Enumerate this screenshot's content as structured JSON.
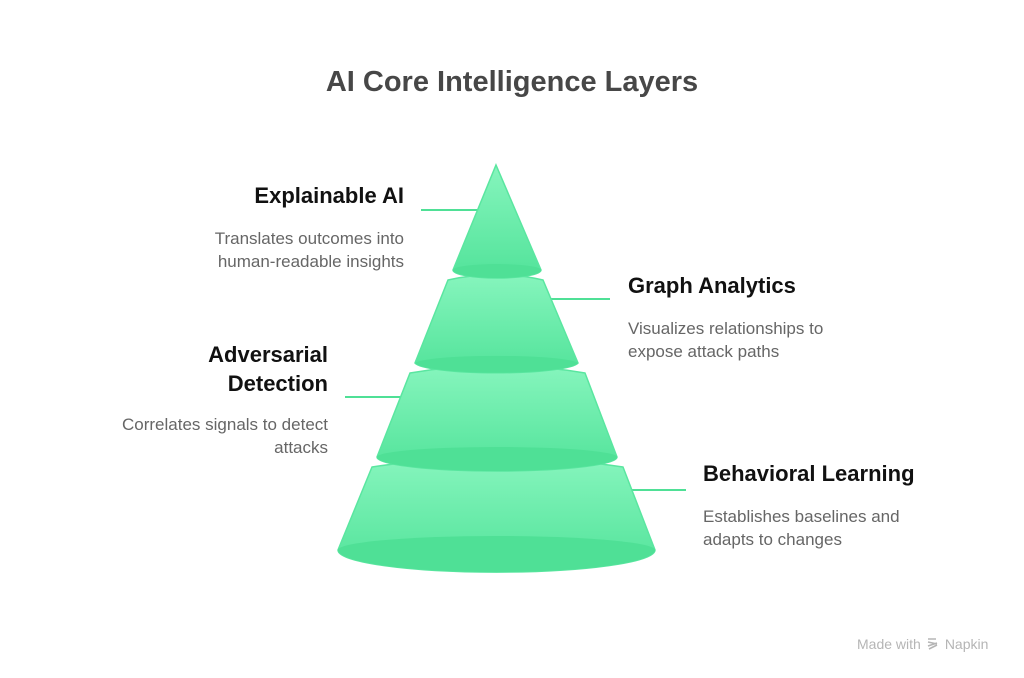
{
  "title": "AI Core Intelligence Layers",
  "layers": [
    {
      "label": "Explainable AI",
      "description_lines": [
        "Translates outcomes into",
        "human-readable insights"
      ]
    },
    {
      "label": "Graph Analytics",
      "description_lines": [
        "Visualizes relationships to",
        "expose attack paths"
      ]
    },
    {
      "label_lines": [
        "Adversarial",
        "Detection"
      ],
      "description_lines": [
        "Correlates signals to detect",
        "attacks"
      ]
    },
    {
      "label": "Behavioral Learning",
      "description_lines": [
        "Establishes baselines and",
        "adapts to changes"
      ]
    }
  ],
  "watermark": {
    "prefix": "Made with",
    "brand": "Napkin"
  },
  "colors": {
    "tier_top": "#86f5bd",
    "tier_bottom": "#4fe096",
    "edge": "#3fd98a",
    "connector": "#4fe096"
  }
}
